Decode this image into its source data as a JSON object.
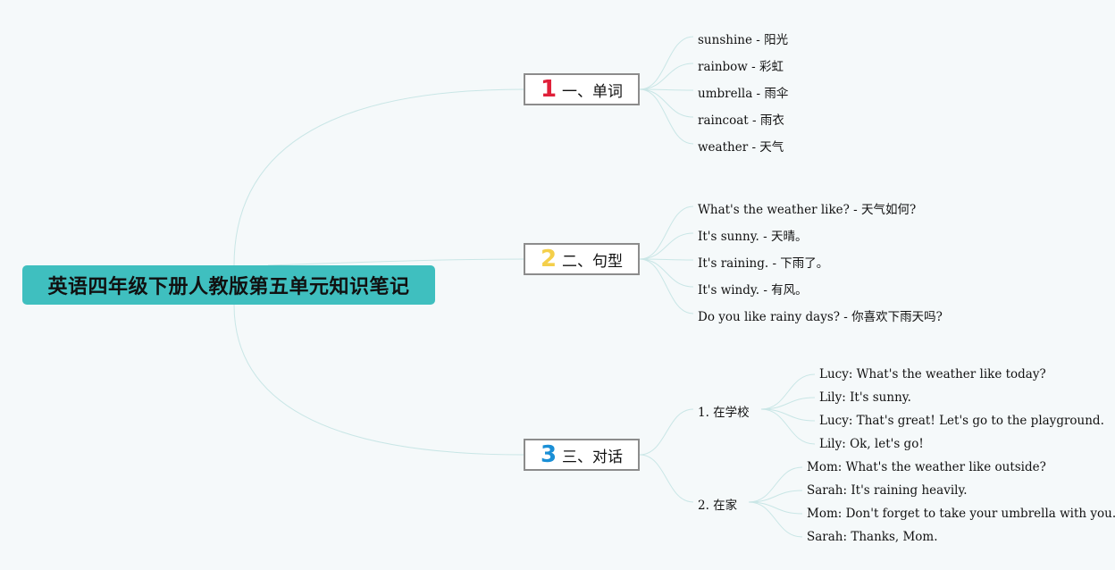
{
  "root": {
    "title": "英语四年级下册人教版第五单元知识笔记",
    "color": "#3fbfbf"
  },
  "line_color": "#c9e6e6",
  "branches": [
    {
      "number": "1",
      "number_color": "#e0203a",
      "label": "一、单词",
      "leaves": [
        "sunshine - 阳光",
        "rainbow - 彩虹",
        "umbrella - 雨伞",
        "raincoat - 雨衣",
        "weather - 天气"
      ]
    },
    {
      "number": "2",
      "number_color": "#f4cf4a",
      "label": "二、句型",
      "leaves": [
        "What's the weather like? - 天气如何?",
        "It's sunny. - 天晴。",
        "It's raining. - 下雨了。",
        "It's windy. - 有风。",
        "Do you like rainy days? - 你喜欢下雨天吗?"
      ]
    },
    {
      "number": "3",
      "number_color": "#1a8fd6",
      "label": "三、对话",
      "subs": [
        {
          "label": "1. 在学校",
          "leaves": [
            "Lucy: What's the weather like today?",
            "Lily: It's sunny.",
            "Lucy: That's great! Let's go to the playground.",
            "Lily: Ok, let's go!"
          ]
        },
        {
          "label": "2. 在家",
          "leaves": [
            "Mom: What's the weather like outside?",
            "Sarah: It's raining heavily.",
            "Mom: Don't forget to take your umbrella with you.",
            "Sarah: Thanks, Mom."
          ]
        }
      ]
    }
  ]
}
